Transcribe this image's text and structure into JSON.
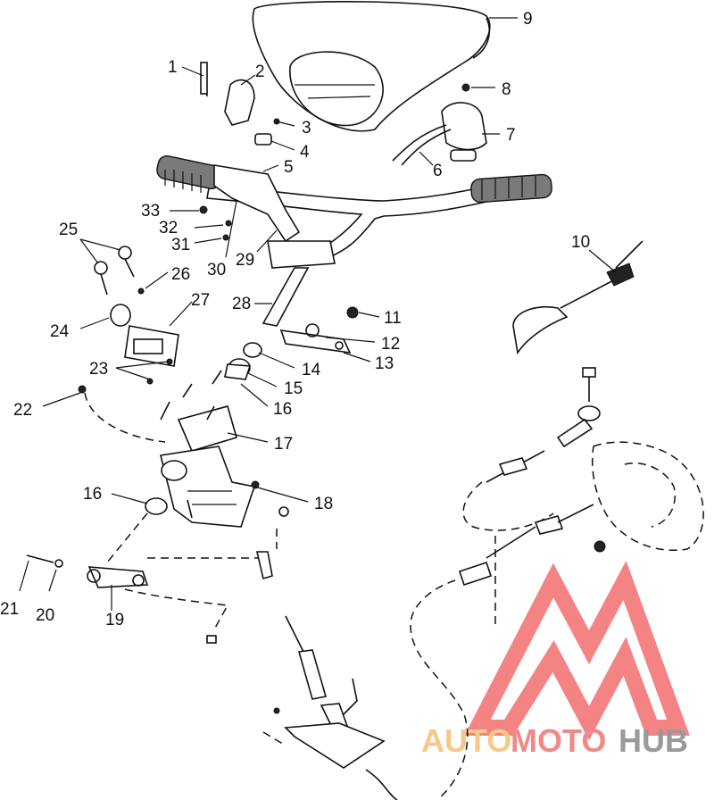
{
  "labels": {
    "1": "1",
    "2": "2",
    "3": "3",
    "4": "4",
    "5": "5",
    "6": "6",
    "7": "7",
    "8": "8",
    "9": "9",
    "10": "10",
    "11": "11",
    "12": "12",
    "13": "13",
    "14": "14",
    "15": "15",
    "16a": "16",
    "16b": "16",
    "17": "17",
    "18": "18",
    "19": "19",
    "20": "20",
    "21": "21",
    "22": "22",
    "23": "23",
    "24": "24",
    "25": "25",
    "26": "26",
    "27": "27",
    "28": "28",
    "29": "29",
    "30": "30",
    "31": "31",
    "32": "32",
    "33": "33"
  },
  "watermark": {
    "part1": "AUTO",
    "part2": "MOTO",
    "part3": "HUB",
    "colors": {
      "auto": "#f5c98a",
      "moto": "#f08a8a",
      "hub": "#9a9a9a",
      "logo": "#f05a5a"
    }
  }
}
